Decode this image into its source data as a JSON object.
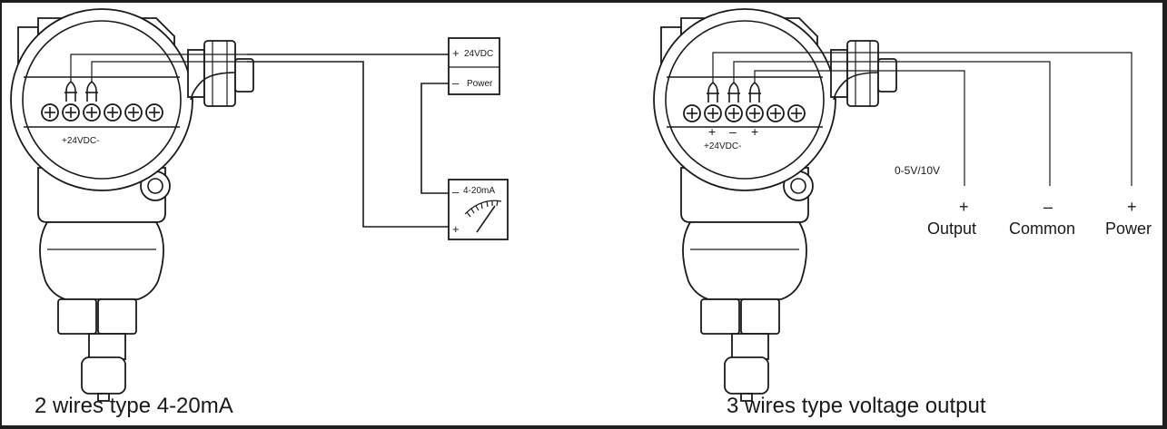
{
  "diagram_left": {
    "caption": "2 wires type 4-20mA",
    "terminal_label": "+24VDC-",
    "supply_plus": "+",
    "supply_label": "24VDC",
    "supply_minus": "–",
    "power_label": "Power",
    "meter_minus": "–",
    "meter_label": "4-20mA",
    "meter_plus": "+"
  },
  "diagram_right": {
    "caption": "3 wires type voltage output",
    "terminal_label": "+24VDC-",
    "terminal_signs": [
      "+",
      "–",
      "+"
    ],
    "voltage_range": "0-5V/10V",
    "outputs": [
      {
        "sign": "+",
        "label": "Output"
      },
      {
        "sign": "–",
        "label": "Common"
      },
      {
        "sign": "+",
        "label": "Power"
      }
    ]
  },
  "colors": {
    "background": "#ffffff",
    "border": "#1e1e1e",
    "line": "#1a1a1a"
  }
}
